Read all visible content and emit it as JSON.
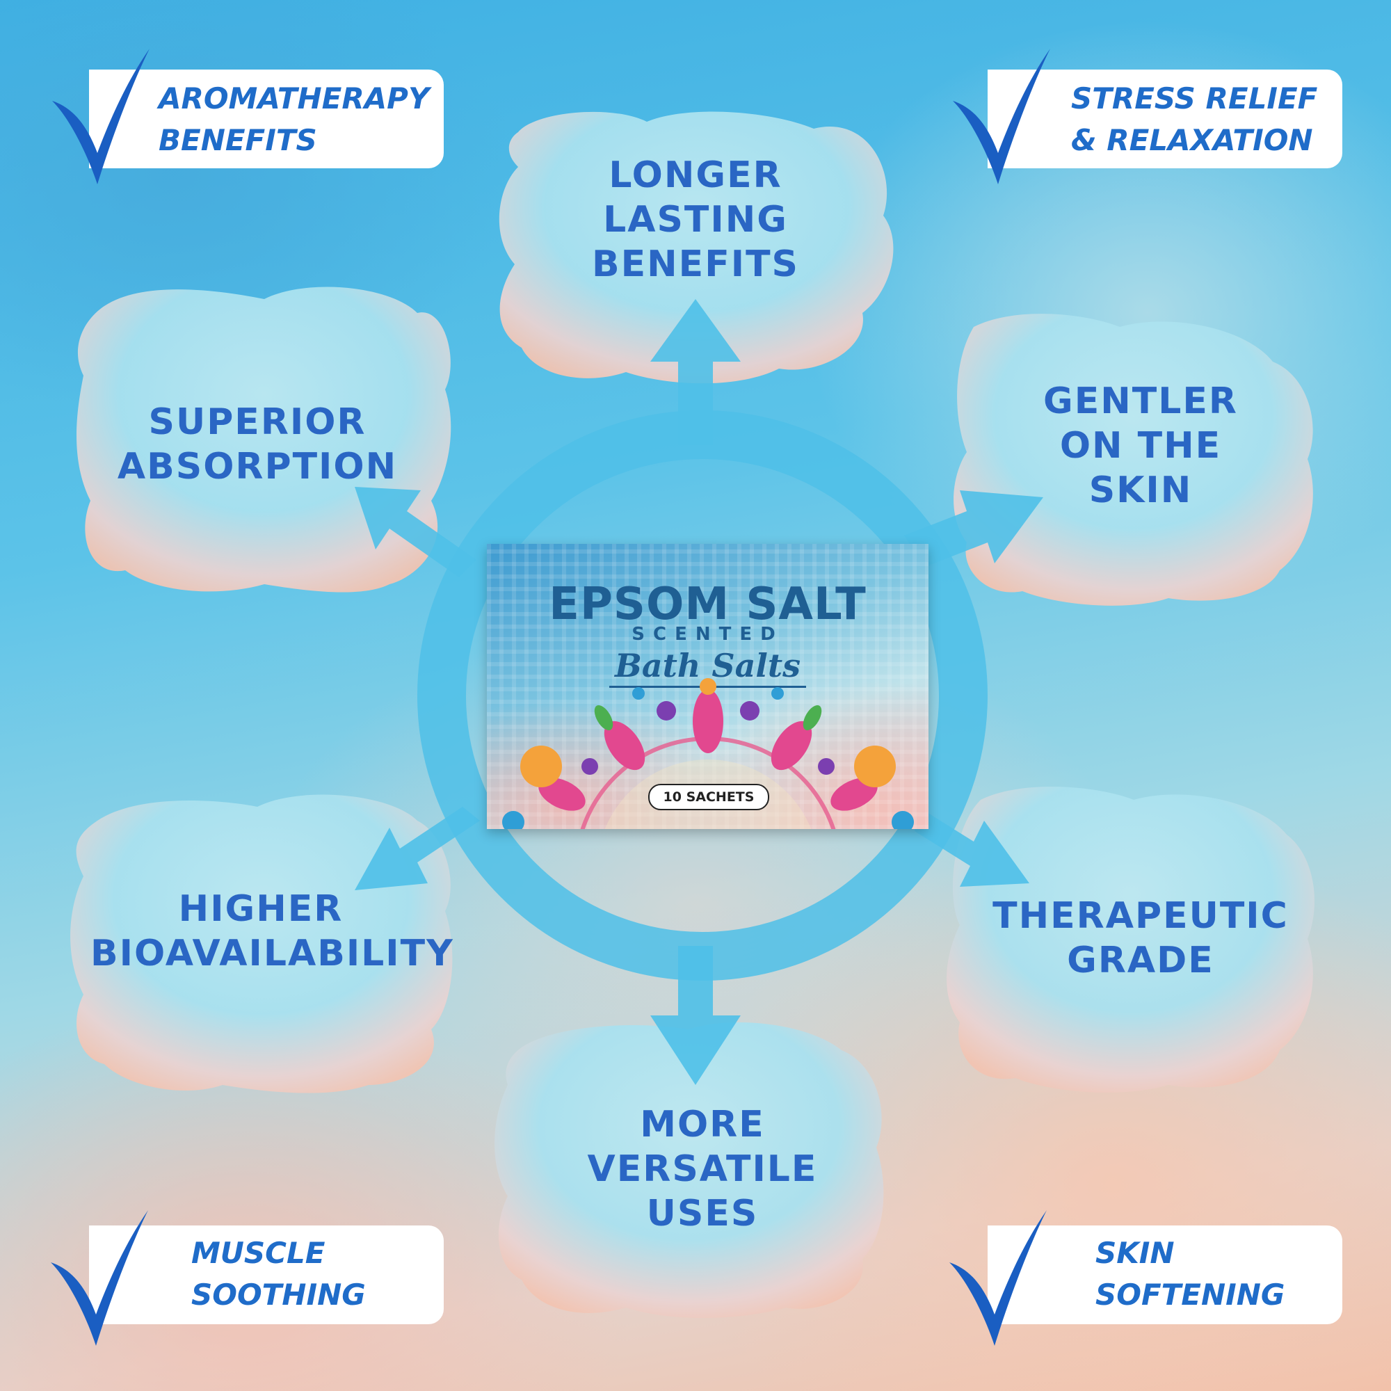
{
  "top_left_tag": {
    "line1": "AROMATHERAPY",
    "line2": "BENEFITS"
  },
  "top_right_tag": {
    "line1": "STRESS RELIEF",
    "line2": "& RELAXATION"
  },
  "bottom_left_tag": {
    "line1": "MUSCLE",
    "line2": "SOOTHING"
  },
  "bottom_right_tag": {
    "line1": "SKIN",
    "line2": "SOFTENING"
  },
  "clouds": {
    "top": [
      "LONGER",
      "LASTING",
      "BENEFITS"
    ],
    "upper_left": [
      "SUPERIOR",
      "ABSORPTION"
    ],
    "upper_right": [
      "GENTLER",
      "ON THE",
      "SKIN"
    ],
    "lower_left": [
      "HIGHER",
      "BIOAVAILABILITY"
    ],
    "lower_right": [
      "THERAPEUTIC",
      "GRADE"
    ],
    "bottom": [
      "MORE",
      "VERSATILE",
      "USES"
    ]
  },
  "product": {
    "brand": "EPSOM SALT",
    "subtitle": "SCENTED",
    "script_title": "Bath Salts",
    "badge": "10 SACHETS"
  },
  "colors": {
    "heading_blue": "#2a66c4",
    "tag_blue": "#1f6cc9",
    "arrow_blue": "#4fc0e8",
    "check_blue": "#1a5ec2"
  },
  "icons": {
    "check": "checkmark-icon",
    "arrow": "arrow-icon"
  }
}
